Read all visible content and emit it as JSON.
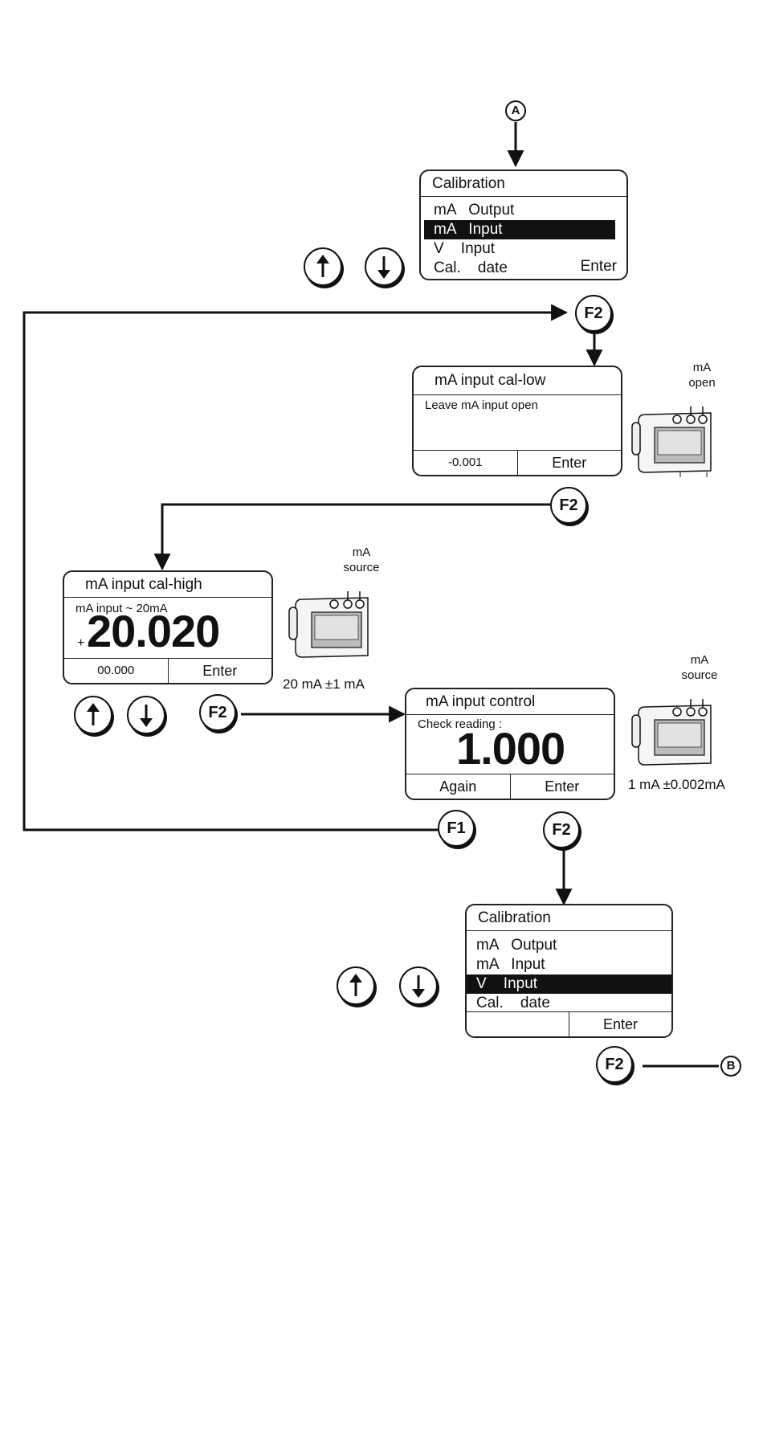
{
  "connectors": {
    "top": "A",
    "bottom": "B"
  },
  "screen1": {
    "title": "Calibration",
    "items": [
      "mA   Output",
      "mA   Input",
      "V    Input",
      "Cal.    date"
    ],
    "enter": "Enter"
  },
  "screen2": {
    "title": "mA input cal-low",
    "message": "Leave mA input open",
    "foot_left": "-0.001",
    "foot_right": "Enter"
  },
  "device2": {
    "label": "mA\nopen"
  },
  "screen3": {
    "title": "mA input cal-high",
    "message": "mA input ~ 20mA",
    "sign": "+",
    "reading": "20.020",
    "foot_left": "00.000",
    "foot_right": "Enter"
  },
  "device3": {
    "label": "mA\nsource",
    "caption": "20 mA ±1 mA"
  },
  "screen4": {
    "title": "mA input control",
    "message": "Check reading :",
    "reading": "1.000",
    "foot_left": "Again",
    "foot_right": "Enter"
  },
  "device4": {
    "label": "mA\nsource",
    "caption": "1 mA ±0.002mA"
  },
  "screen5": {
    "title": "Calibration",
    "items": [
      "mA   Output",
      "mA   Input",
      "V    Input",
      "Cal.    date"
    ],
    "enter": "Enter"
  },
  "keys": {
    "f1": "F1",
    "f2": "F2"
  }
}
